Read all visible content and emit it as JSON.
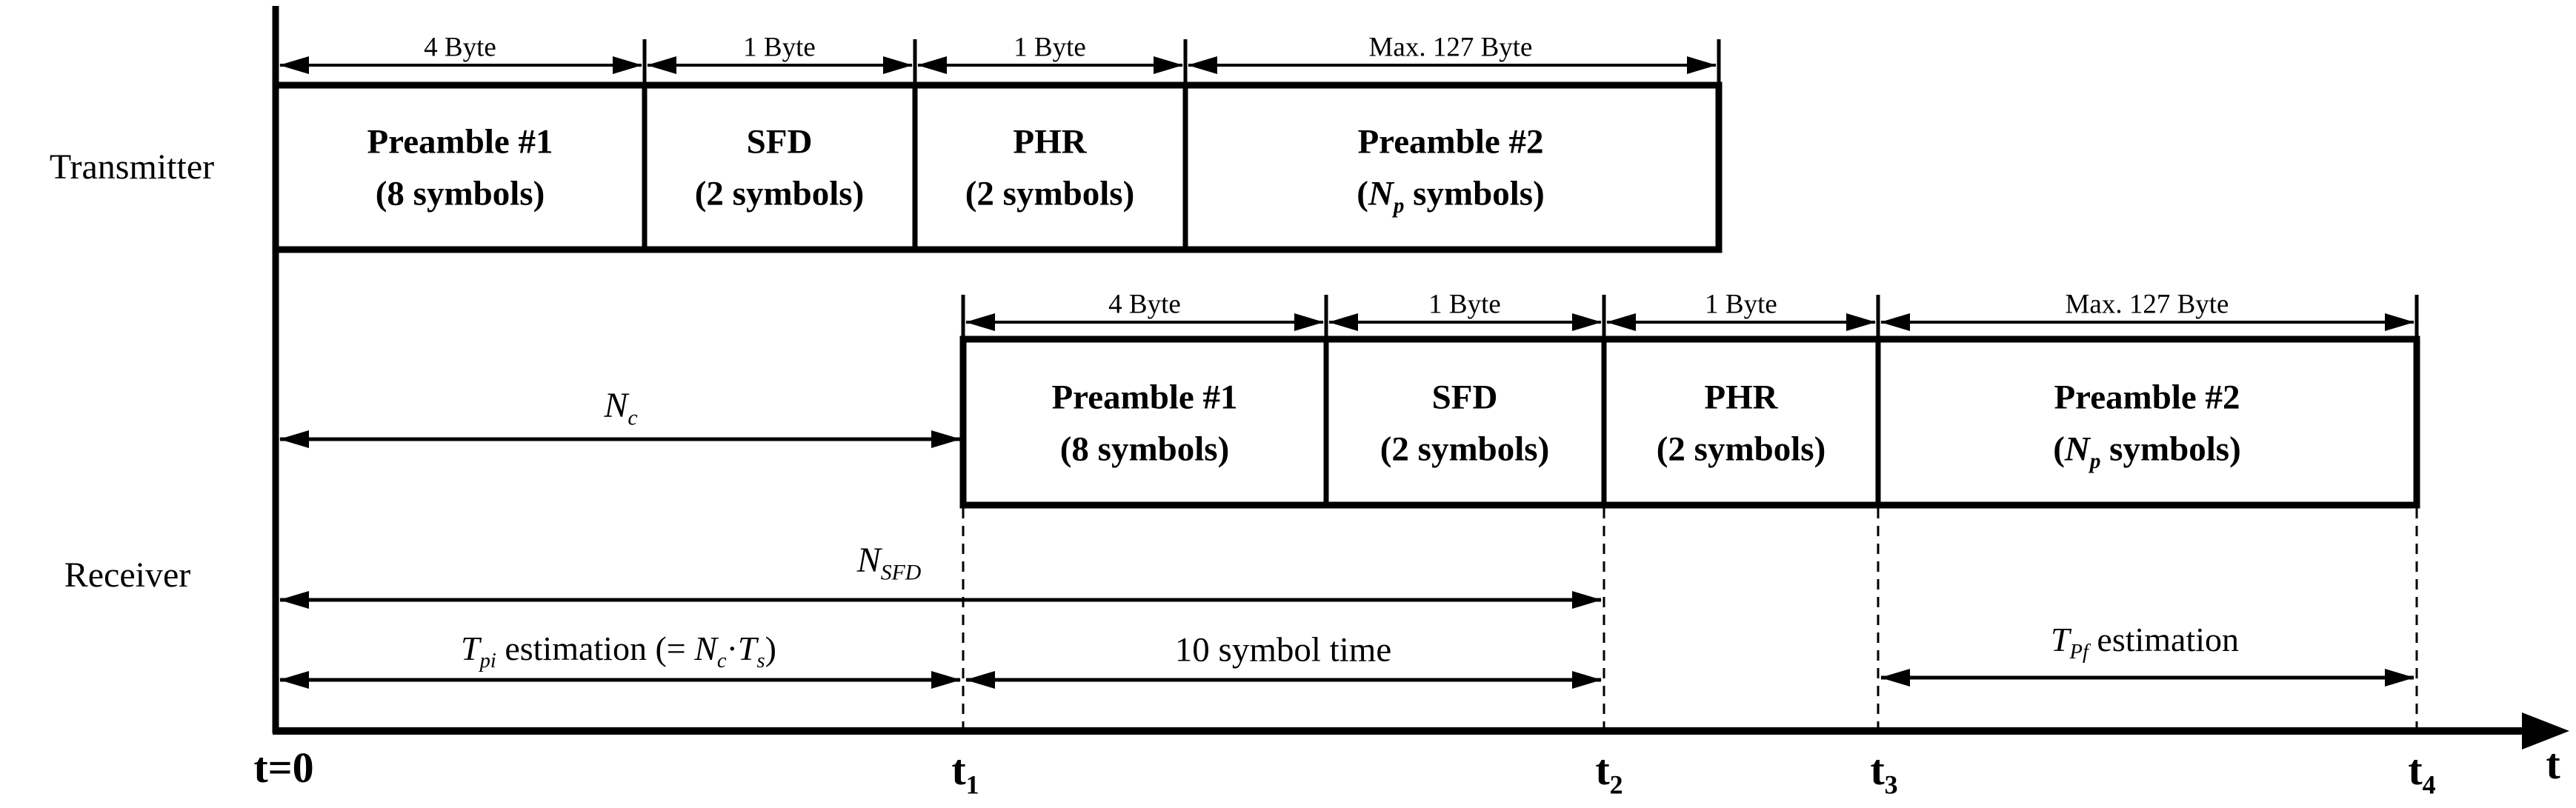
{
  "page": {
    "background": "#ffffff",
    "ink": "#000000"
  },
  "labels": {
    "transmitter": "Transmitter",
    "receiver": "Receiver"
  },
  "transmitter": {
    "segments": [
      {
        "byte_label": "4 Byte",
        "title": "Preamble #1",
        "subtitle": "(8 symbols)"
      },
      {
        "byte_label": "1 Byte",
        "title": "SFD",
        "subtitle": "(2 symbols)"
      },
      {
        "byte_label": "1 Byte",
        "title": "PHR",
        "subtitle": "(2 symbols)"
      },
      {
        "byte_label": "Max. 127 Byte",
        "title": "Preamble #2",
        "sub_open": "(",
        "sub_var": "N",
        "sub_sub": "p",
        "sub_close": " symbols)"
      }
    ]
  },
  "receiver": {
    "segments": [
      {
        "byte_label": "4 Byte",
        "title": "Preamble #1",
        "subtitle": "(8 symbols)"
      },
      {
        "byte_label": "1 Byte",
        "title": "SFD",
        "subtitle": "(2 symbols)"
      },
      {
        "byte_label": "1 Byte",
        "title": "PHR",
        "subtitle": "(2 symbols)"
      },
      {
        "byte_label": "Max. 127 Byte",
        "title": "Preamble #2",
        "sub_open": "(",
        "sub_var": "N",
        "sub_sub": "p",
        "sub_close": " symbols)"
      }
    ]
  },
  "annotations": {
    "nc": {
      "var": "N",
      "sub": "c"
    },
    "nsfd": {
      "var": "N",
      "sub": "SFD"
    },
    "tpi": {
      "var": "T",
      "sub": "pi",
      "mid": " estimation (= ",
      "var2": "N",
      "sub2": "c",
      "dot": "·",
      "var3": "T",
      "sub3": "s",
      "close": ")"
    },
    "ten_symbol": "10 symbol time",
    "tpf": {
      "var": "T",
      "sub": "Pf",
      "rest": " estimation"
    }
  },
  "axis": {
    "origin": "t=0",
    "ticks": [
      {
        "base": "t",
        "sub": "1"
      },
      {
        "base": "t",
        "sub": "2"
      },
      {
        "base": "t",
        "sub": "3"
      },
      {
        "base": "t",
        "sub": "4"
      }
    ],
    "end": "t"
  }
}
